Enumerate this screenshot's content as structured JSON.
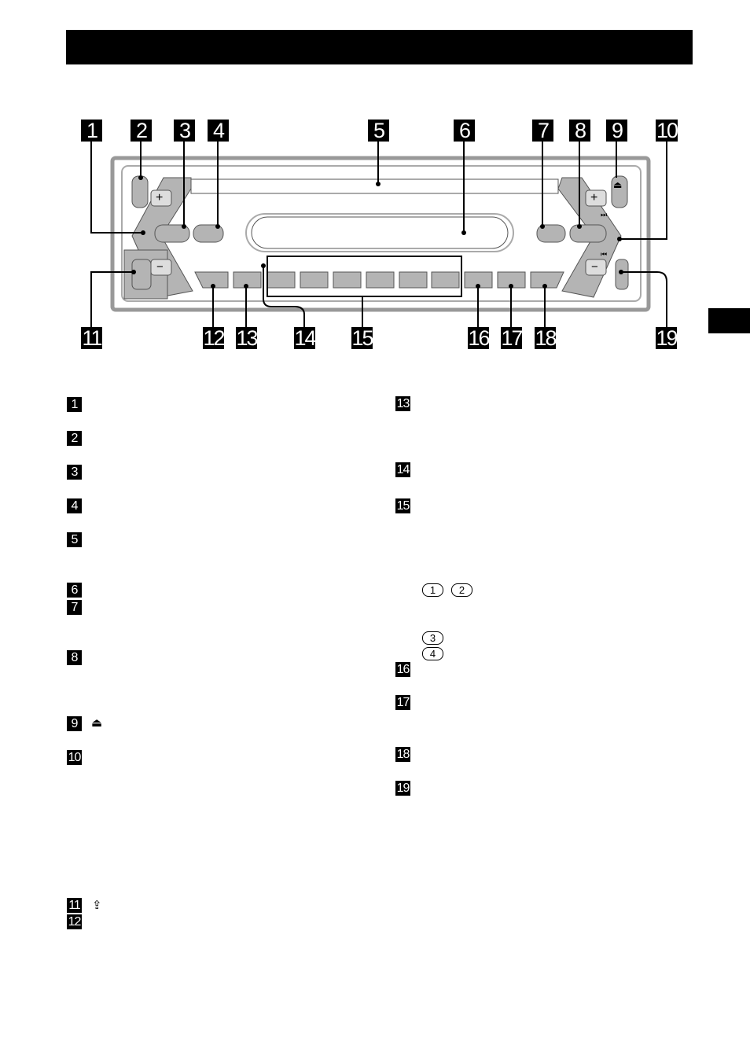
{
  "diagram": {
    "callouts_top": [
      "1",
      "2",
      "3",
      "4",
      "5",
      "6",
      "7",
      "8",
      "9",
      "10"
    ],
    "callouts_bottom": [
      "11",
      "12",
      "13",
      "14",
      "15",
      "16",
      "17",
      "18",
      "19"
    ],
    "device_symbols": {
      "plus": "+",
      "minus": "−",
      "eject": "⏏",
      "next": "⏭",
      "prev": "⏮"
    }
  },
  "list": {
    "left": [
      {
        "n": "1"
      },
      {
        "n": "2"
      },
      {
        "n": "3"
      },
      {
        "n": "4"
      },
      {
        "n": "5"
      },
      {
        "n": "6"
      },
      {
        "n": "7"
      },
      {
        "n": "8"
      },
      {
        "n": "9",
        "icon": "eject-icon",
        "glyph": "⏏"
      },
      {
        "n": "10"
      },
      {
        "n": "11",
        "icon": "release-icon",
        "glyph": "⇪"
      },
      {
        "n": "12"
      }
    ],
    "right": [
      {
        "n": "13"
      },
      {
        "n": "14"
      },
      {
        "n": "15"
      },
      {
        "n": "16"
      },
      {
        "n": "17"
      },
      {
        "n": "18"
      },
      {
        "n": "19"
      }
    ],
    "circled": [
      "1",
      "2",
      "3",
      "4"
    ]
  },
  "colors": {
    "header": "#000000",
    "device_gray": "#b4b4b4"
  }
}
